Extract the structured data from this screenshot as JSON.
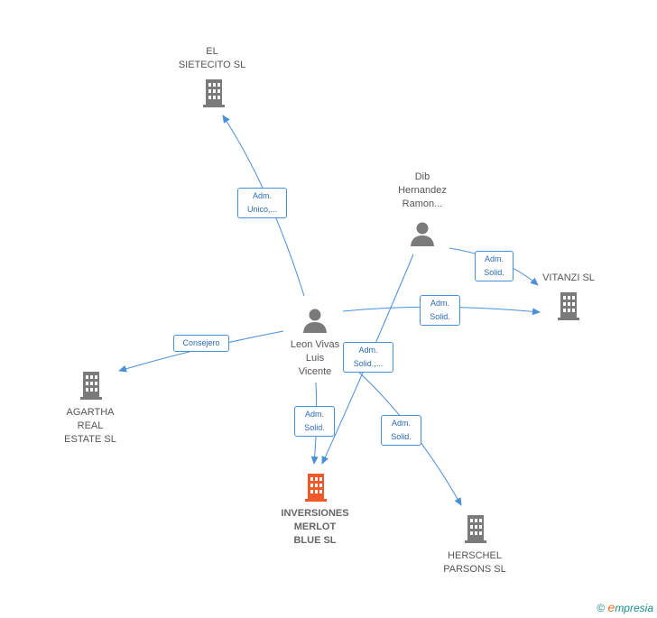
{
  "colors": {
    "edge": "#4a90d9",
    "company": "#7a7a7a",
    "focus": "#f05a2a",
    "person": "#7a7a7a"
  },
  "nodes": {
    "el_sietecito": {
      "label": "EL\nSIETECITO  SL",
      "icon": "building-icon"
    },
    "dib": {
      "label": "Dib\nHernandez\nRamon...",
      "icon": "person-icon"
    },
    "vitanzi": {
      "label": "VITANZI  SL",
      "icon": "building-icon"
    },
    "leon": {
      "label": "Leon Vivas\nLuis\nVicente",
      "icon": "person-icon"
    },
    "agartha": {
      "label": "AGARTHA\nREAL\nESTATE  SL",
      "icon": "building-icon"
    },
    "inversiones": {
      "label": "INVERSIONES\nMERLOT\nBLUE  SL",
      "icon": "building-icon"
    },
    "herschel": {
      "label": "HERSCHEL\nPARSONS  SL",
      "icon": "building-icon"
    }
  },
  "edges": {
    "e1": "Adm.\nUnico,...",
    "e2": "Adm.\nSolid.",
    "e3": "Adm.\nSolid.",
    "e4": "Consejero",
    "e5": "Adm.\nSolid.,...",
    "e6": "Adm.\nSolid.",
    "e7": "Adm.\nSolid."
  },
  "footer": {
    "copyright": "©",
    "brand_initial": "e",
    "brand_rest": "mpresia"
  }
}
